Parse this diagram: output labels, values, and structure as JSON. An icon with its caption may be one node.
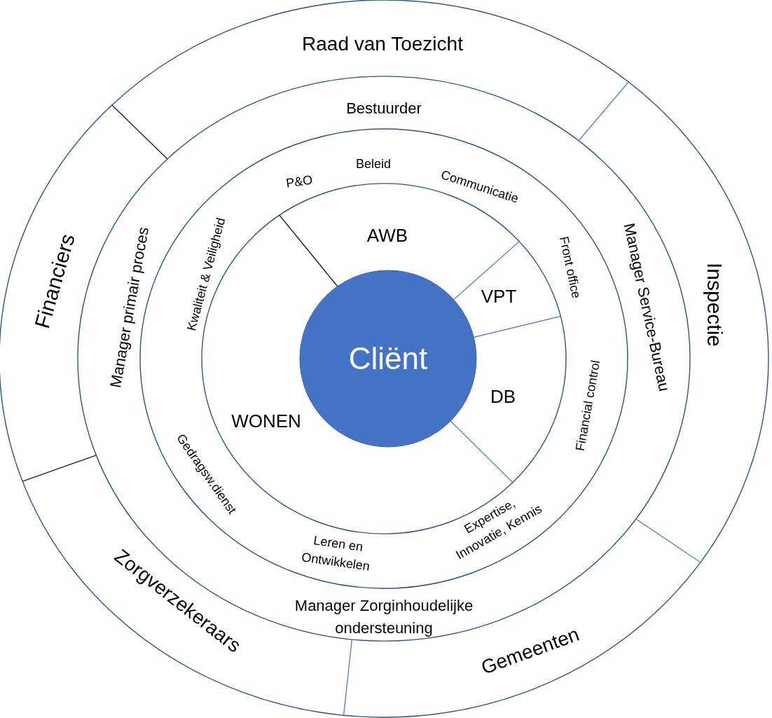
{
  "diagram": {
    "nodes": [
      {
        "text": [
          "Raad van Toezicht"
        ]
      },
      {
        "text": [
          "Inspectie"
        ]
      },
      {
        "text": [
          "Gemeenten"
        ]
      },
      {
        "text": [
          "Zorgverzekeraars"
        ]
      },
      {
        "text": [
          "Financiers"
        ]
      },
      {
        "text": [
          "Bestuurder",
          "Manager Service-Bureau",
          "Manager Zorginhoudelijke ondersteuning",
          "Manager primair proces"
        ]
      },
      {
        "text": [
          "P&O",
          "Beleid",
          "Communicatie",
          "Front office",
          "Financial control",
          "Expertise, Innovatie, Kennis",
          "Leren en Ontwikkelen",
          "Gedragsw.dienst",
          "Kwaliteit & Veiligheid"
        ]
      },
      {
        "text": [
          "AWB"
        ]
      },
      {
        "text": [
          "VPT"
        ]
      },
      {
        "text": [
          "DB"
        ]
      },
      {
        "text": [
          "WONEN"
        ]
      },
      {
        "text": [
          "Cliënt"
        ]
      }
    ],
    "edges": []
  }
}
